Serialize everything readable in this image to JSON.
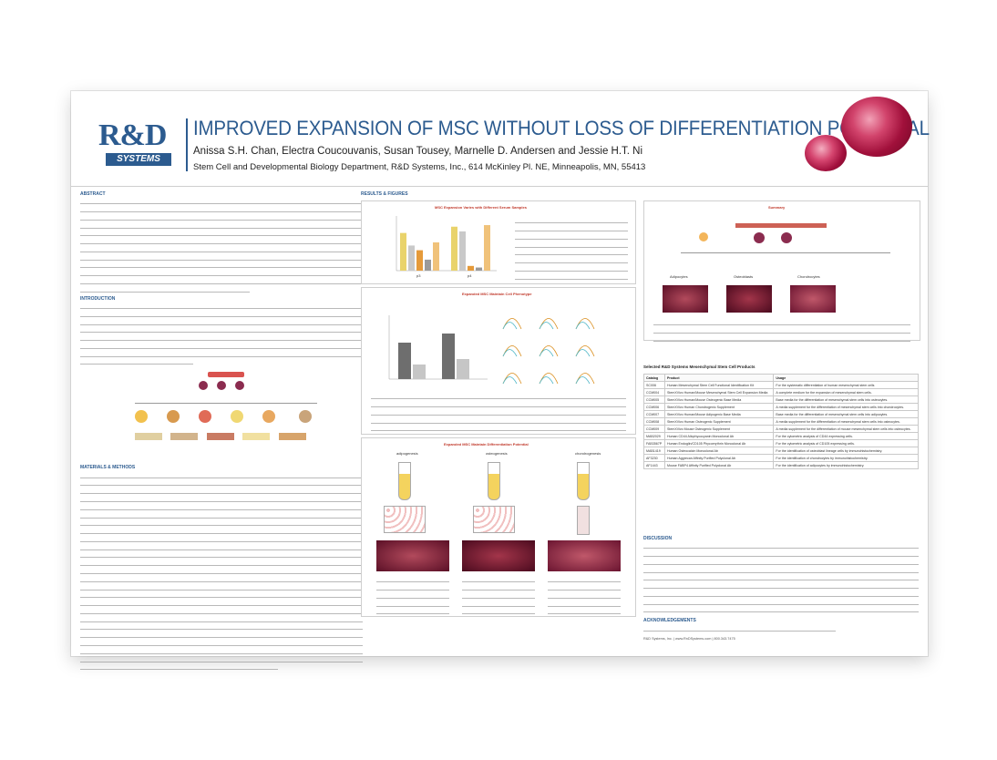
{
  "header": {
    "logo_main": "R&D",
    "logo_sub": "SYSTEMS",
    "title": "IMPROVED EXPANSION OF MSC WITHOUT LOSS OF DIFFERENTIATION POTENTIAL",
    "authors": "Anissa S.H. Chan, Electra Coucouvanis, Susan Tousey, Marnelle D. Andersen and Jessie H.T. Ni",
    "affiliation": "Stem Cell and Developmental Biology Department, R&D Systems, Inc., 614 McKinley Pl. NE, Minneapolis, MN, 55413"
  },
  "sections": {
    "abstract": "ABSTRACT",
    "introduction": "INTRODUCTION",
    "materials": "MATERIALS & METHODS",
    "results": "RESULTS & FIGURES",
    "conclusion": "DISCUSSION",
    "acknowledgements": "ACKNOWLEDGEMENTS"
  },
  "figures": {
    "fig1_title": "MSC Expansion Varies with Different Serum Samples",
    "fig2_title": "Expanded MSC Maintain Cell Phenotype",
    "fig3_title": "Expanded MSC Maintain Differentiation Potential",
    "summary_title": "Summary",
    "fig3_cols": [
      "adipogenesis",
      "osteogenesis",
      "chondrogenesis"
    ],
    "summary_cols": [
      "Adipocytes",
      "Osteoblasts",
      "Chondrocytes"
    ],
    "fig1_x": [
      "p3",
      "p4"
    ]
  },
  "chart_data": {
    "type": "bar",
    "title": "MSC Expansion Varies with Different Serum Samples",
    "categories": [
      "p3",
      "p4"
    ],
    "series": [
      {
        "name": "",
        "values": [
          4.8,
          5.6
        ]
      },
      {
        "name": "",
        "values": [
          3.2,
          5.0
        ]
      },
      {
        "name": "",
        "values": [
          2.6,
          0.6
        ]
      },
      {
        "name": "",
        "values": [
          1.4,
          0.4
        ]
      },
      {
        "name": "",
        "values": [
          3.6,
          5.8
        ]
      }
    ]
  },
  "table": {
    "title": "Selected R&D Systems Mesenchymal Stem Cell Products",
    "headers": [
      "Catalog",
      "Product",
      "Usage"
    ],
    "rows": [
      [
        "SC006",
        "Human Mesenchymal Stem Cell Functional Identification Kit",
        "For the systematic differentiation of human mesenchymal stem cells"
      ],
      [
        "CCM004",
        "StemXVivo Human/Mouse Mesenchymal Stem Cell Expansion Media",
        "A complete medium for the expansion of mesenchymal stem cells."
      ],
      [
        "CCM005",
        "StemXVivo Human/Mouse Osteogenic Base Media",
        "Base media for the differentiation of mesenchymal stem cells into osteocytes."
      ],
      [
        "CCM006",
        "StemXVivo Human Chondrogenic Supplement",
        "A media supplement for the differentiation of mesenchymal stem cells into chondrocytes."
      ],
      [
        "CCM007",
        "StemXVivo Human/Mouse Adipogenic Base Media",
        "Base media for the differentiation of mesenchymal stem cells into adipocytes."
      ],
      [
        "CCM008",
        "StemXVivo Human Osteogenic Supplement",
        "A media supplement for the differentiation of mesenchymal stem cells into osteocytes."
      ],
      [
        "CCM009",
        "StemXVivo Mouse Osteogenic Supplement",
        "A media supplement for the differentiation of mouse mesenchymal stem cells into osteocytes."
      ],
      [
        "MAB2029",
        "Human CD44 Allophycocyanin Monoclonal Ab",
        "For the cytometric analysis of CD44 expressing cells."
      ],
      [
        "FAB3567P",
        "Human Endoglin/CD105 Phycoerythrin Monoclonal Ab",
        "For the cytometric analysis of CD105 expressing cells."
      ],
      [
        "MAB1419",
        "Human Osteocalcin Monoclonal Ab",
        "For the identification of osteoblast lineage cells by immunohistochemistry."
      ],
      [
        "AF3230",
        "Human Aggrecan Affinity Purified Polyclonal Ab",
        "For the identification of chondrocytes by immunohistochemistry."
      ],
      [
        "AF1443",
        "Mouse FABP4 Affinity Purified Polyclonal Ab",
        "For the identification of adipocytes by immunohistochemistry."
      ]
    ]
  },
  "footer": "R&D Systems, Inc. | www.RnDSystems.com | 800.343.7475",
  "colors": {
    "brand": "#2c5b8f",
    "accent": "#c0392b",
    "cell": "#a1103b"
  }
}
